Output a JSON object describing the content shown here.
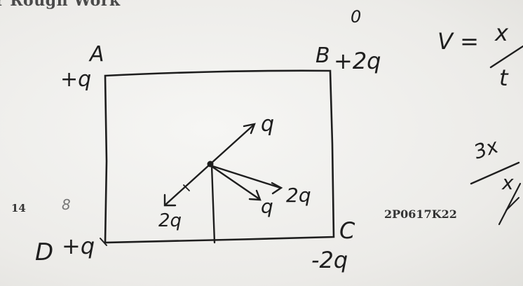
{
  "header": {
    "text": "r Rough Work"
  },
  "printed": {
    "question_no": "14",
    "code": "2P0617K22"
  },
  "diagram": {
    "corners": {
      "a": {
        "letter": "A",
        "charge": "+q"
      },
      "b": {
        "letter": "B",
        "charge": "+2q",
        "mark": "0"
      },
      "c": {
        "letter": "C",
        "charge": "-2q"
      },
      "d": {
        "letter": "D",
        "charge": "+q"
      }
    },
    "vectors": {
      "ne": "q",
      "sw": "2q",
      "se_lower": "q",
      "se_upper": "2q"
    }
  },
  "margin_notes": {
    "formula_v": "V =",
    "formula_num": "x",
    "formula_den": "t",
    "side_num": "3x",
    "side_den": "x",
    "stray": "8"
  }
}
